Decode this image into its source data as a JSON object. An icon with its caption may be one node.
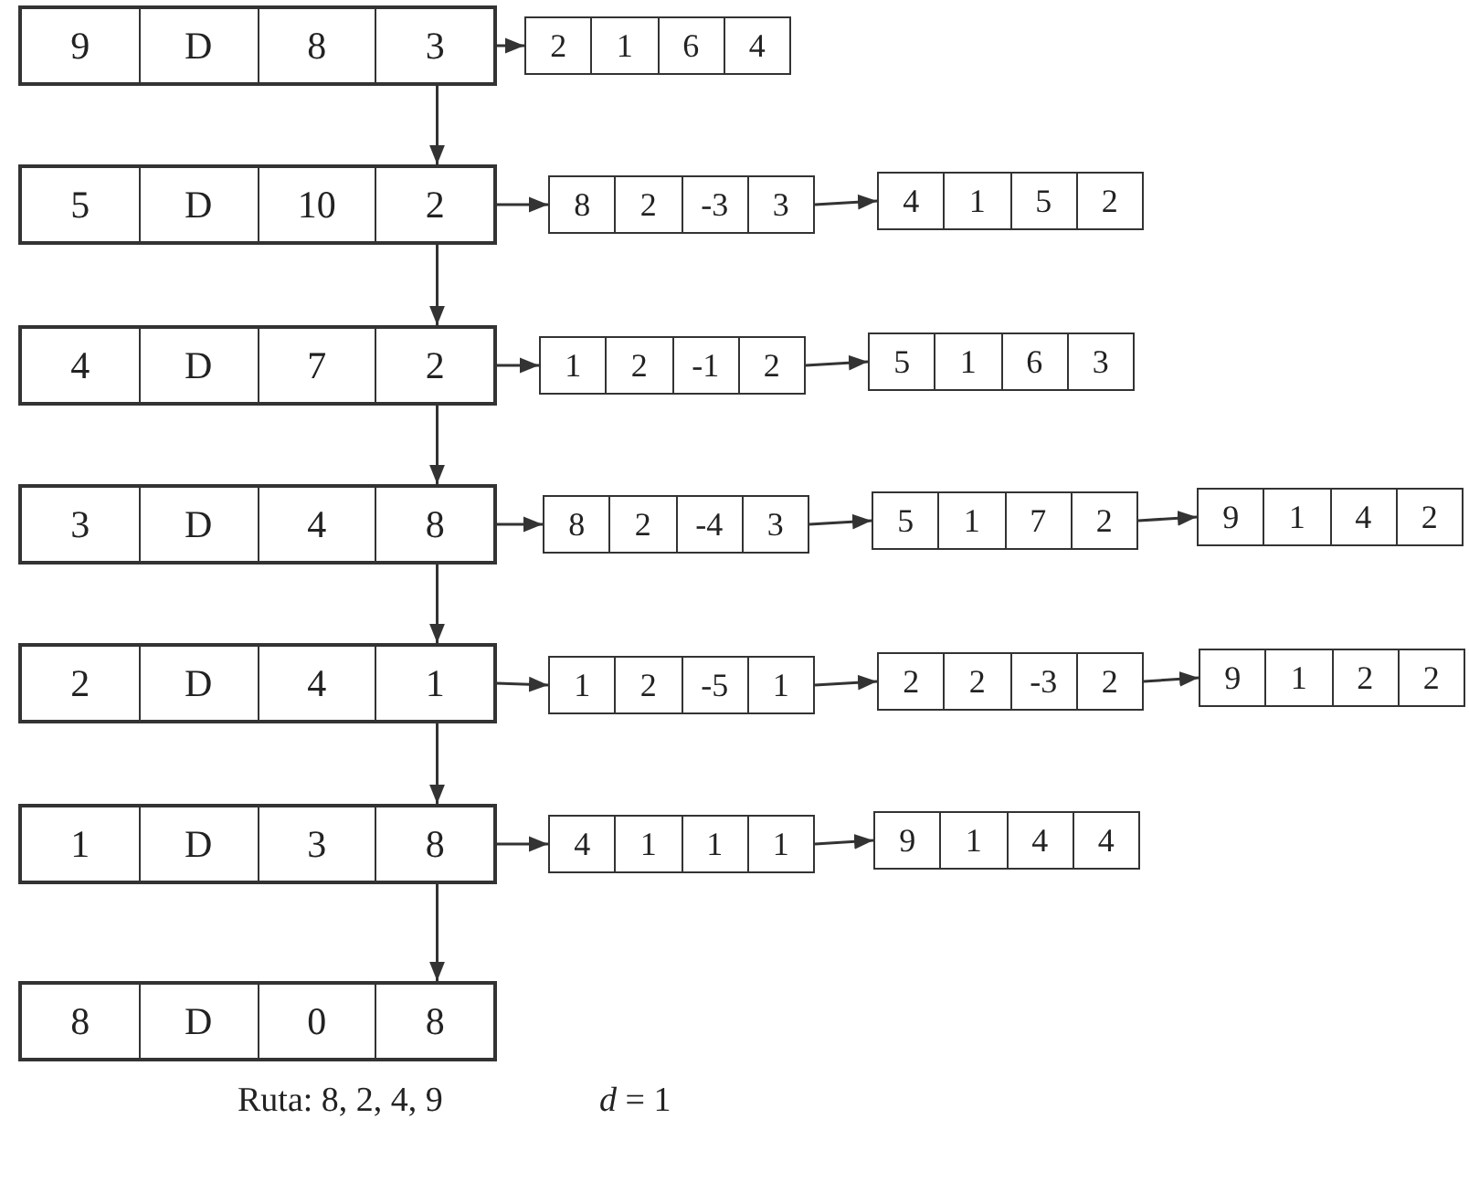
{
  "diagram": {
    "nodes": [
      {
        "text": [
          "9",
          "D",
          "8",
          "3"
        ]
      },
      {
        "text": [
          "2",
          "1",
          "6",
          "4"
        ]
      },
      {
        "text": [
          "5",
          "D",
          "10",
          "2"
        ]
      },
      {
        "text": [
          "8",
          "2",
          "-3",
          "3"
        ]
      },
      {
        "text": [
          "4",
          "1",
          "5",
          "2"
        ]
      },
      {
        "text": [
          "4",
          "D",
          "7",
          "2"
        ]
      },
      {
        "text": [
          "1",
          "2",
          "-1",
          "2"
        ]
      },
      {
        "text": [
          "5",
          "1",
          "6",
          "3"
        ]
      },
      {
        "text": [
          "3",
          "D",
          "4",
          "8"
        ]
      },
      {
        "text": [
          "8",
          "2",
          "-4",
          "3"
        ]
      },
      {
        "text": [
          "5",
          "1",
          "7",
          "2"
        ]
      },
      {
        "text": [
          "9",
          "1",
          "4",
          "2"
        ]
      },
      {
        "text": [
          "2",
          "D",
          "4",
          "1"
        ]
      },
      {
        "text": [
          "1",
          "2",
          "-5",
          "1"
        ]
      },
      {
        "text": [
          "2",
          "2",
          "-3",
          "2"
        ]
      },
      {
        "text": [
          "9",
          "1",
          "2",
          "2"
        ]
      },
      {
        "text": [
          "1",
          "D",
          "3",
          "8"
        ]
      },
      {
        "text": [
          "4",
          "1",
          "1",
          "1"
        ]
      },
      {
        "text": [
          "9",
          "1",
          "4",
          "4"
        ]
      },
      {
        "text": [
          "8",
          "D",
          "0",
          "8"
        ]
      }
    ],
    "edges": [
      {
        "from": 0,
        "to": 1,
        "arrow": "to"
      },
      {
        "from": 0,
        "to": 2,
        "arrow": "to"
      },
      {
        "from": 2,
        "to": 3,
        "arrow": "to"
      },
      {
        "from": 3,
        "to": 4,
        "arrow": "to"
      },
      {
        "from": 2,
        "to": 5,
        "arrow": "to"
      },
      {
        "from": 5,
        "to": 6,
        "arrow": "to"
      },
      {
        "from": 6,
        "to": 7,
        "arrow": "to"
      },
      {
        "from": 5,
        "to": 8,
        "arrow": "to"
      },
      {
        "from": 8,
        "to": 9,
        "arrow": "to"
      },
      {
        "from": 9,
        "to": 10,
        "arrow": "to"
      },
      {
        "from": 10,
        "to": 11,
        "arrow": "to"
      },
      {
        "from": 8,
        "to": 12,
        "arrow": "to"
      },
      {
        "from": 12,
        "to": 13,
        "arrow": "to"
      },
      {
        "from": 13,
        "to": 14,
        "arrow": "to"
      },
      {
        "from": 14,
        "to": 15,
        "arrow": "to"
      },
      {
        "from": 12,
        "to": 16,
        "arrow": "to"
      },
      {
        "from": 16,
        "to": 17,
        "arrow": "to"
      },
      {
        "from": 17,
        "to": 18,
        "arrow": "to"
      },
      {
        "from": 16,
        "to": 19,
        "arrow": "to"
      }
    ],
    "labels": [
      "Ruta: 8, 2, 4, 9",
      "*d* = 1"
    ]
  }
}
